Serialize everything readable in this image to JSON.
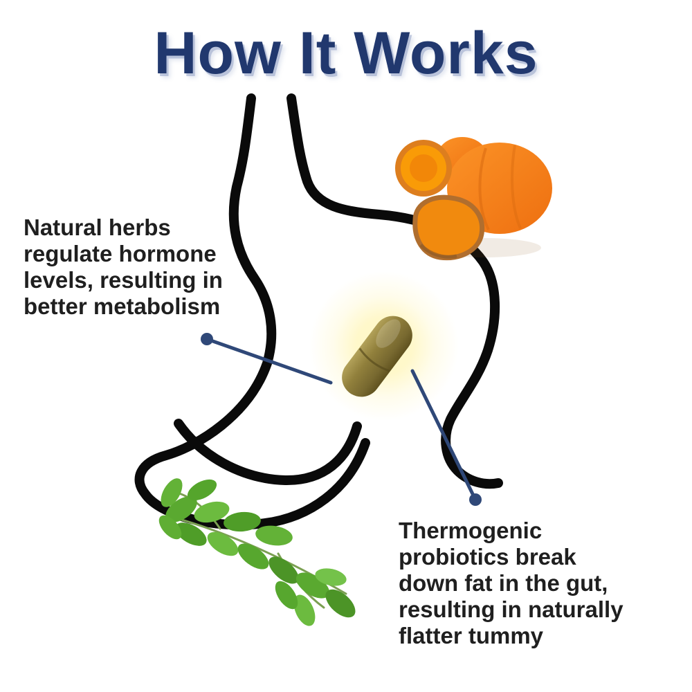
{
  "title": {
    "text": "How It Works"
  },
  "annotations": {
    "left": {
      "lines": [
        "Natural herbs",
        "regulate hormone",
        "levels, resulting in",
        "better metabolism"
      ]
    },
    "right": {
      "lines": [
        "Thermogenic",
        "probiotics break",
        "down fat in the gut,",
        "resulting in naturally",
        "flatter tummy"
      ]
    }
  },
  "icons": {
    "stomach": "stomach-outline-icon",
    "capsule": "capsule-icon",
    "turmeric": "turmeric-root-icon",
    "leaves": "moringa-leaves-icon"
  },
  "colors": {
    "background": "#ffffff",
    "title": "#21386e",
    "body-text": "#1f1f1f",
    "outline": "#0a0a0a",
    "connector": "#2f4878",
    "glow": "#fff3a8",
    "capsule-light": "#b2a159",
    "capsule-dark": "#60521f",
    "turmeric-orange": "#f57d1f",
    "turmeric-face": "#f99b07",
    "leaf-green": "#57a72e"
  }
}
